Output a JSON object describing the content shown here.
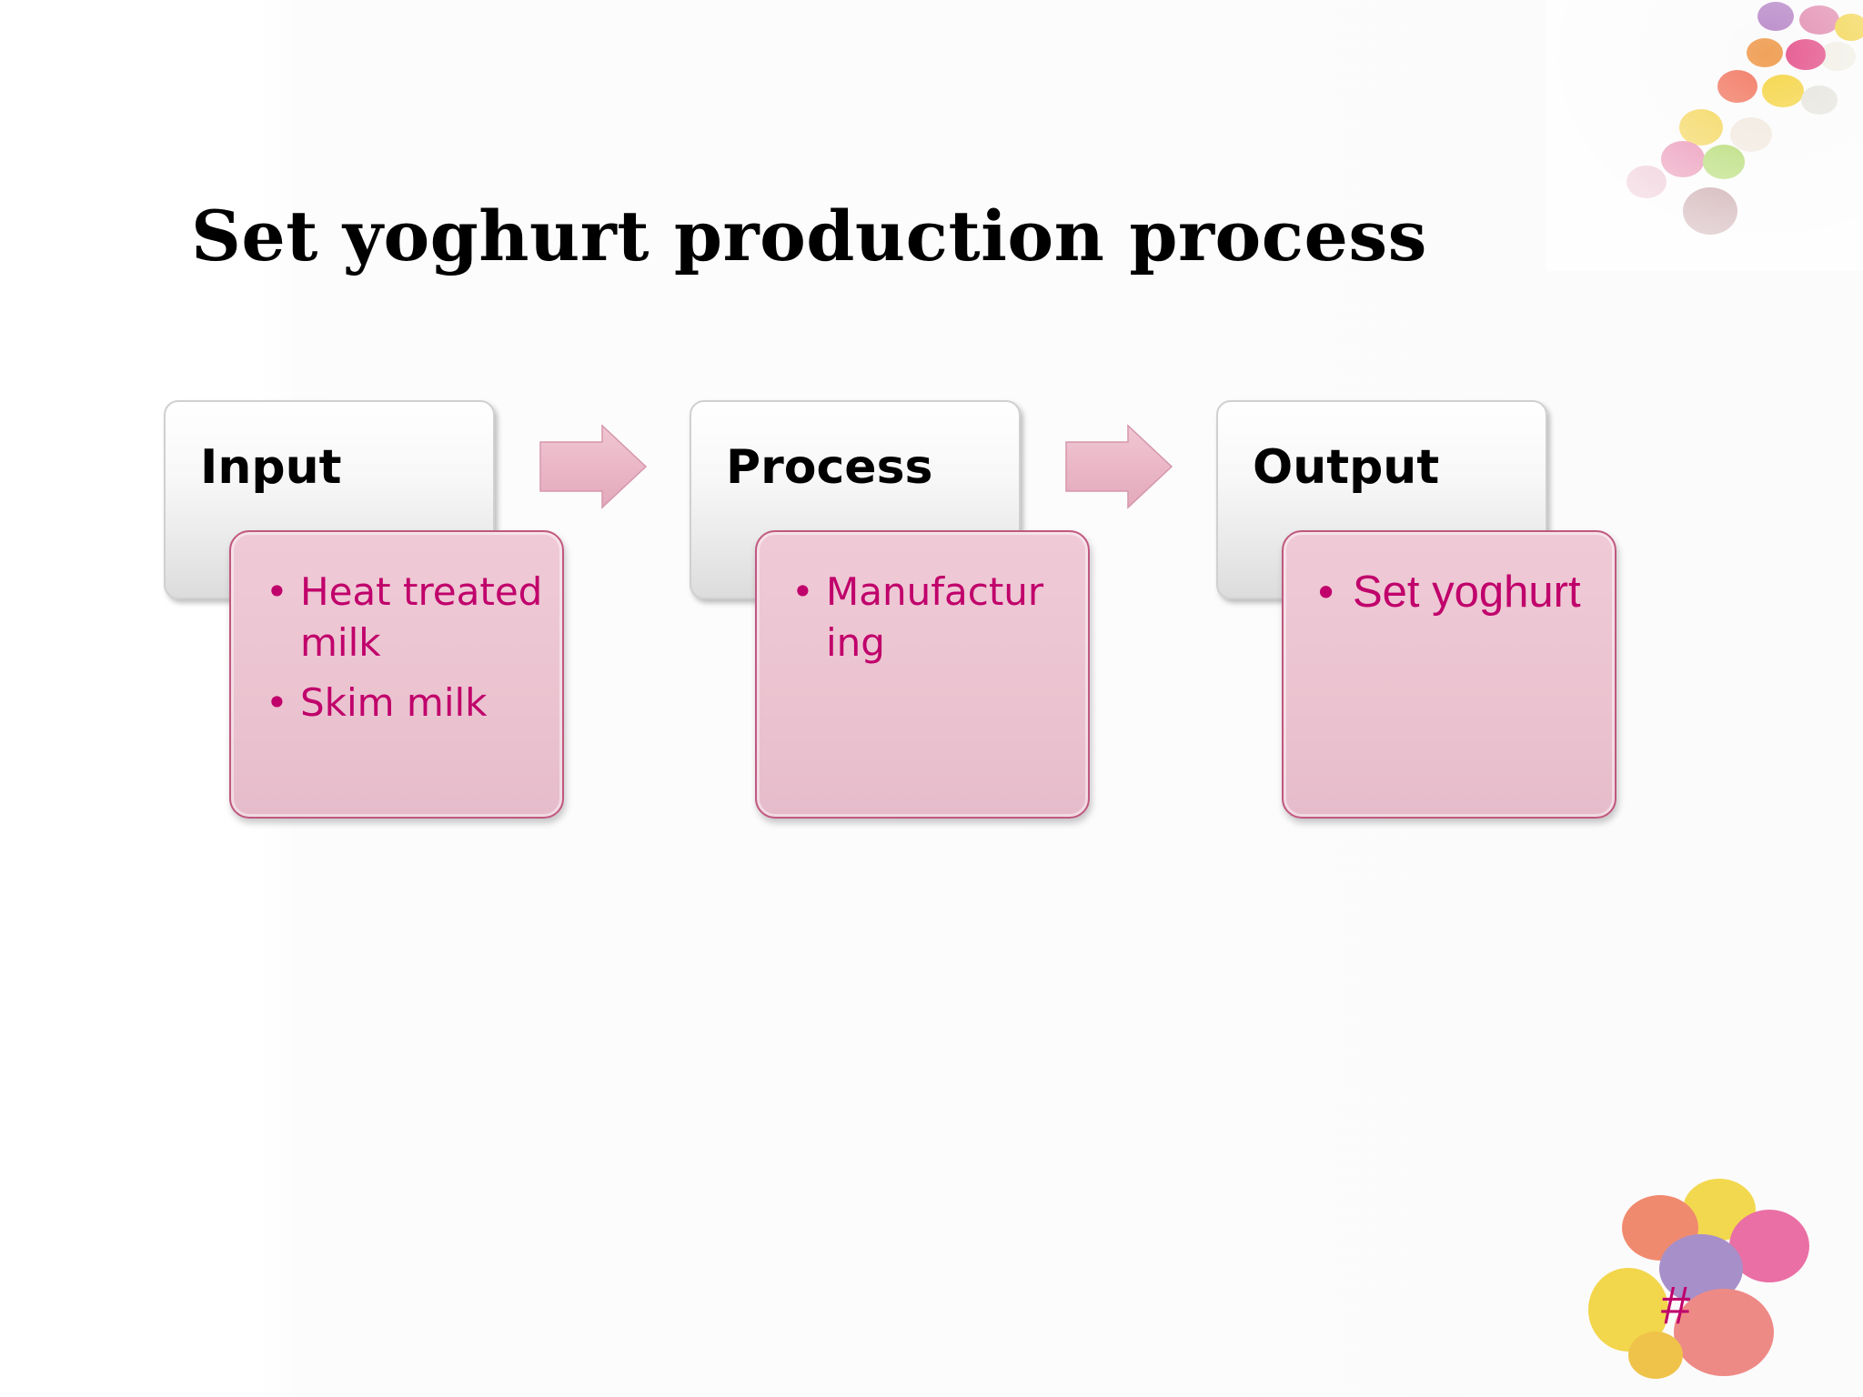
{
  "slide": {
    "title": "Set yoghurt production process",
    "slide_number": "#",
    "steps": [
      {
        "heading": "Input",
        "items": [
          "Heat treated milk",
          "Skim milk"
        ]
      },
      {
        "heading": "Process",
        "items": [
          "Manufactur ing"
        ]
      },
      {
        "heading": "Output",
        "items": [
          "Set yoghurt"
        ]
      }
    ]
  },
  "colors": {
    "accent_text": "#c0006b",
    "body_card_fill": "#ebc3d0",
    "arrow_fill": "#e8b6c6"
  },
  "icons": {
    "arrow": "right-arrow-icon",
    "decoration": "candy-eggs-icon"
  }
}
